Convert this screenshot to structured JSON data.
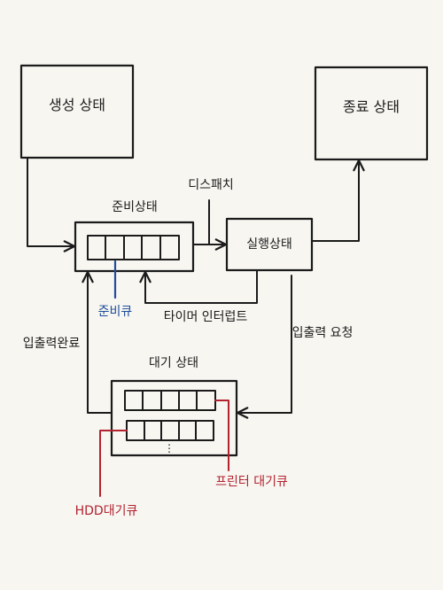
{
  "states": {
    "new": "생성 상태",
    "terminated": "종료 상태",
    "ready": "준비상태",
    "running": "실행상태",
    "waiting": "대기 상태"
  },
  "transitions": {
    "dispatch": "디스패치",
    "timer_interrupt": "타이머 인터럽트",
    "io_request": "입출력 요청",
    "io_complete": "입출력완료"
  },
  "queues": {
    "ready_queue": "준비큐",
    "hdd_wait_queue": "HDD대기큐",
    "printer_wait_queue": "프린터 대기큐",
    "ellipsis": "⋮"
  },
  "colors": {
    "ink": "#1b1b1b",
    "blue": "#1f4e9c",
    "red": "#b3222f",
    "paper": "#f7f6f1"
  }
}
